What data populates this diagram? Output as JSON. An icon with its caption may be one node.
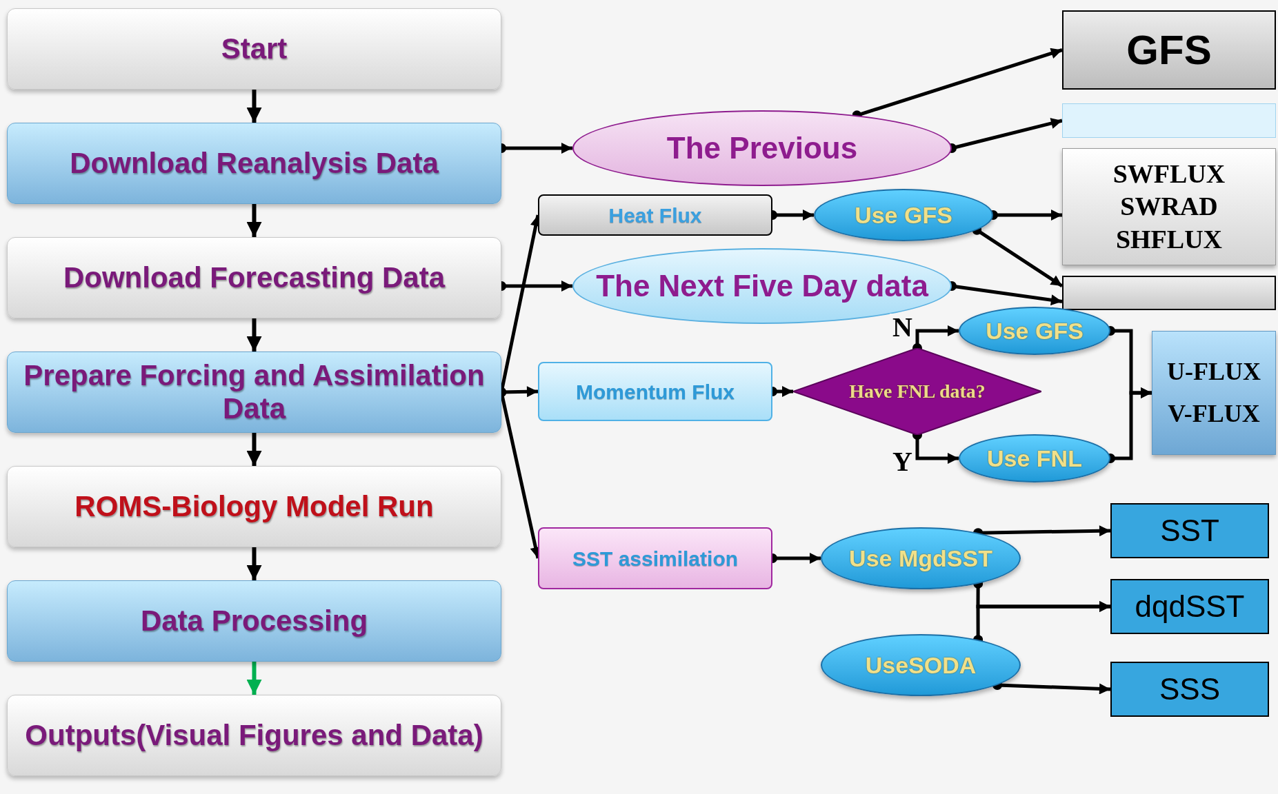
{
  "diagram": {
    "nodes": [
      {
        "text": [
          "Start"
        ]
      },
      {
        "text": [
          "Download Reanalysis Data"
        ]
      },
      {
        "text": [
          "Download Forecasting Data"
        ]
      },
      {
        "text": [
          "Prepare Forcing and Assimilation Data"
        ]
      },
      {
        "text": [
          "ROMS-Biology Model Run"
        ]
      },
      {
        "text": [
          "Data Processing"
        ]
      },
      {
        "text": [
          "Outputs(Visual Figures and Data)"
        ]
      },
      {
        "text": [
          "The Previous"
        ]
      },
      {
        "text": [
          "The Next Five Day data"
        ]
      },
      {
        "text": [
          "Heat Flux"
        ]
      },
      {
        "text": [
          "Momentum Flux"
        ]
      },
      {
        "text": [
          "SST assimilation"
        ]
      },
      {
        "text": [
          "GFS"
        ]
      },
      {
        "text": [],
        "shape": "box"
      },
      {
        "text": [],
        "shape": "box"
      },
      {
        "text": [
          "SWFLUX",
          "SWRAD",
          "SHFLUX"
        ]
      },
      {
        "text": [
          "Use GFS"
        ]
      },
      {
        "text": [
          "Have FNL data?"
        ]
      },
      {
        "text": [
          "Use GFS"
        ]
      },
      {
        "text": [
          "Use FNL"
        ]
      },
      {
        "text": [
          "U-FLUX",
          "V-FLUX"
        ]
      },
      {
        "text": [
          "Use MgdSST"
        ]
      },
      {
        "text": [
          "UseSODA"
        ]
      },
      {
        "text": [
          "SST"
        ]
      },
      {
        "text": [
          "dqdSST"
        ]
      },
      {
        "text": [
          "SSS"
        ]
      }
    ],
    "edges": [
      {
        "from": 0,
        "to": 1,
        "arrow": "to"
      },
      {
        "from": 1,
        "to": 2,
        "arrow": "to"
      },
      {
        "from": 2,
        "to": 3,
        "arrow": "to"
      },
      {
        "from": 3,
        "to": 4,
        "arrow": "to"
      },
      {
        "from": 4,
        "to": 5,
        "arrow": "to"
      },
      {
        "from": 5,
        "to": 6,
        "arrow": "to",
        "color": "#00b050"
      },
      {
        "from": 1,
        "to": 7,
        "arrow": "to"
      },
      {
        "from": 2,
        "to": 8,
        "arrow": "to"
      },
      {
        "from": 3,
        "to": 9,
        "arrow": "to"
      },
      {
        "from": 3,
        "to": 10,
        "arrow": "to"
      },
      {
        "from": 3,
        "to": 11,
        "arrow": "to"
      },
      {
        "from": 7,
        "to": 12,
        "arrow": "to"
      },
      {
        "from": 7,
        "to": 13,
        "arrow": "to"
      },
      {
        "from": 9,
        "to": 16,
        "arrow": "to"
      },
      {
        "from": 16,
        "to": 15,
        "arrow": "to"
      },
      {
        "from": 16,
        "to": 14,
        "arrow": "to"
      },
      {
        "from": 8,
        "to": 14,
        "arrow": "to"
      },
      {
        "from": 10,
        "to": 17,
        "arrow": "to"
      },
      {
        "from": 17,
        "to": 18,
        "arrow": "to",
        "label": "N"
      },
      {
        "from": 17,
        "to": 19,
        "arrow": "to",
        "label": "Y"
      },
      {
        "from": 18,
        "to": 20,
        "arrow": "to"
      },
      {
        "from": 19,
        "to": 20,
        "arrow": "to"
      },
      {
        "from": 11,
        "to": 21,
        "arrow": "to"
      },
      {
        "from": 21,
        "to": 23,
        "arrow": "to"
      },
      {
        "from": 21,
        "to": 24,
        "arrow": "to"
      },
      {
        "from": 22,
        "to": 24,
        "arrow": "to"
      },
      {
        "from": 22,
        "to": 25,
        "arrow": "to"
      }
    ]
  }
}
